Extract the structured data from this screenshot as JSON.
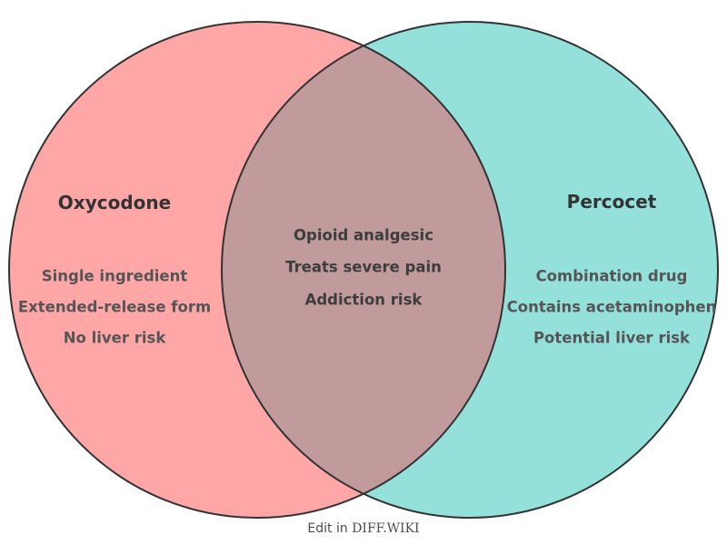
{
  "canvas": {
    "background": "#ffffff"
  },
  "venn": {
    "outline_color": "#333333",
    "title_color": "#333333",
    "item_color": "#555555",
    "overlap_item_color": "#3d3d3d",
    "left": {
      "title": "Oxycodone",
      "fill": "#ffa7a7",
      "items": [
        "Single ingredient",
        "Extended-release form",
        "No liver risk"
      ]
    },
    "right": {
      "title": "Percocet",
      "fill": "#94e1db",
      "items": [
        "Combination drug",
        "Contains acetaminophen",
        "Potential liver risk"
      ]
    },
    "overlap": {
      "fill": "#c19b9b",
      "items": [
        "Opioid analgesic",
        "Treats severe pain",
        "Addiction risk"
      ]
    }
  },
  "footer": {
    "prefix": "Edit in ",
    "brand": "DIFF.WIKI"
  }
}
